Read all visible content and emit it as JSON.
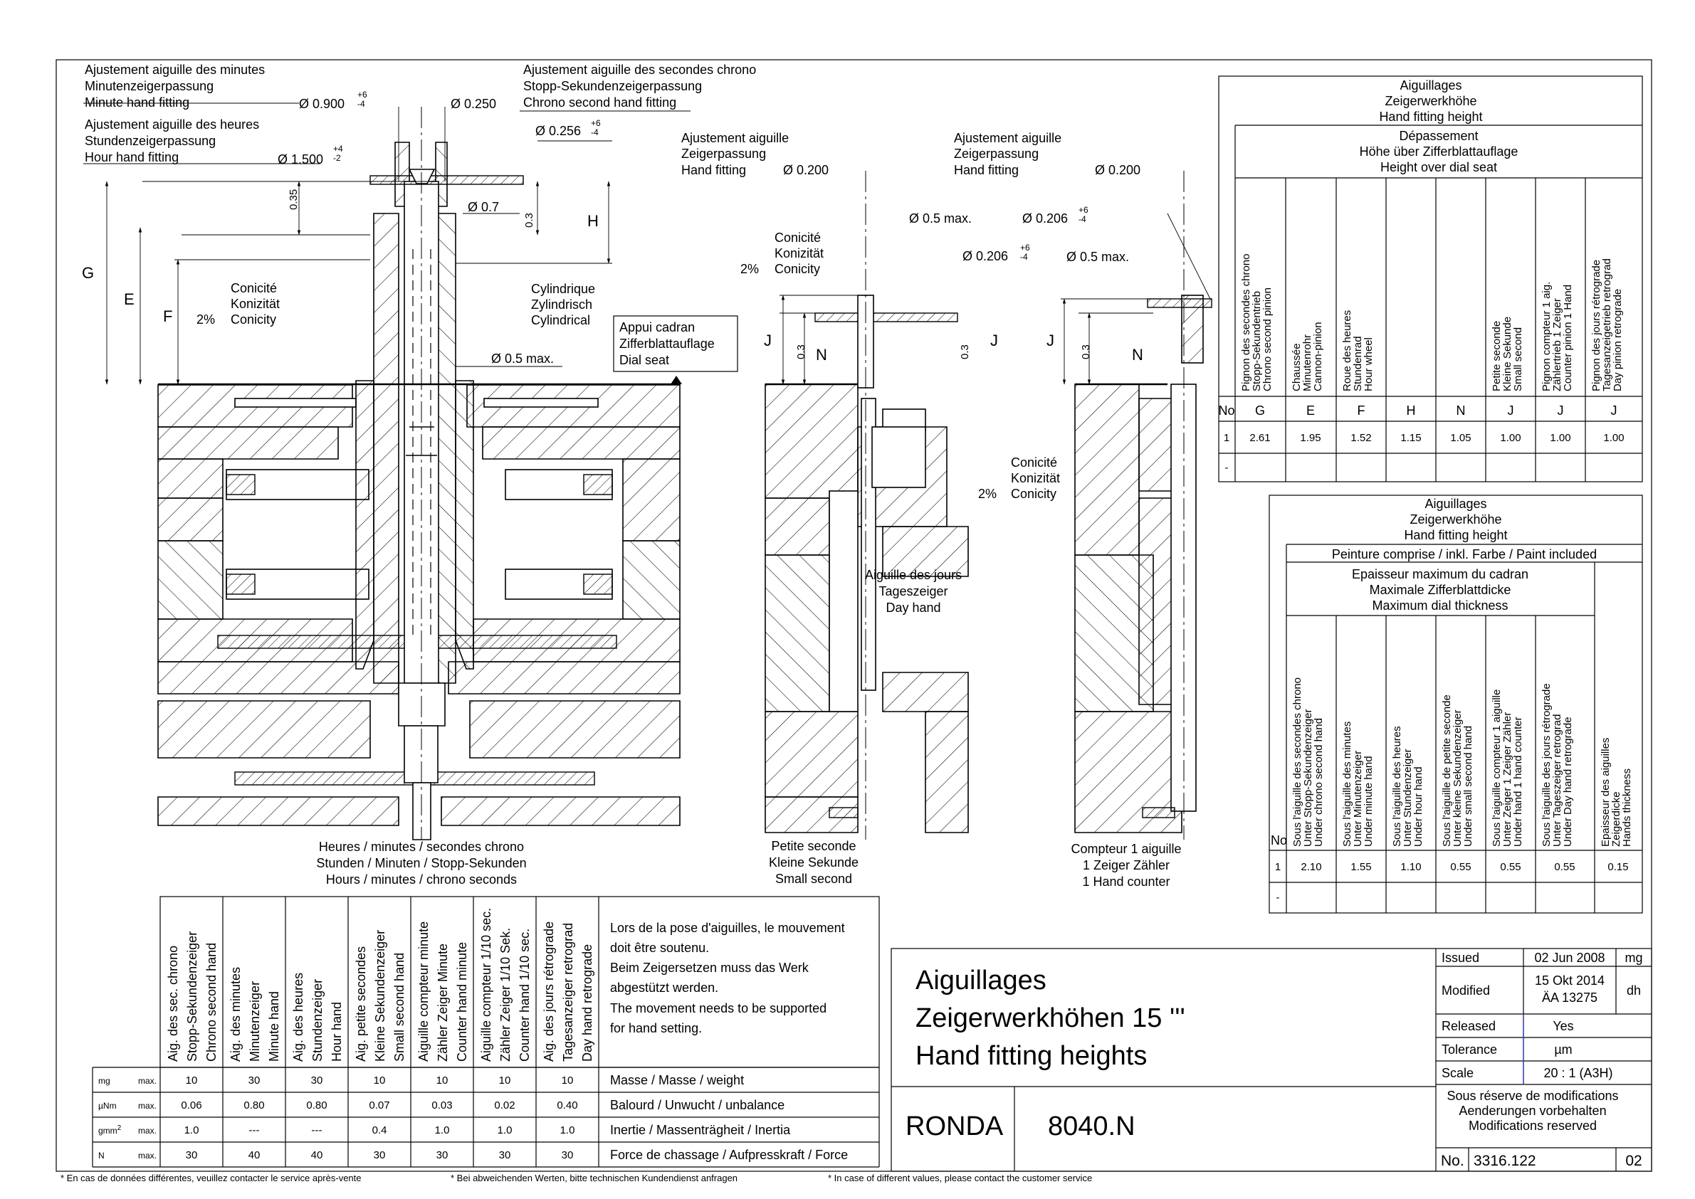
{
  "colors": {
    "line": "#000000",
    "paper": "#ffffff",
    "accent": "#3b3bbf"
  },
  "callouts": {
    "minute_fit": [
      "Ajustement aiguille des minutes",
      "Minutenzeigerpassung",
      "Minute hand fitting"
    ],
    "minute_dia": "Ø 0.900",
    "minute_tol_up": "+6",
    "minute_tol_dn": "-4",
    "hour_fit": [
      "Ajustement aiguille des heures",
      "Stundenzeigerpassung",
      "Hour hand fitting"
    ],
    "hour_dia": "Ø 1.500",
    "hour_tol_up": "+4",
    "hour_tol_dn": "-2",
    "arbor_dia": "Ø 0.250",
    "chrono_fit": [
      "Ajustement aiguille des secondes chrono",
      "Stopp-Sekundenzeigerpassung",
      "Chrono second hand fitting"
    ],
    "chrono_dia": "Ø 0.256",
    "chrono_tol_up": "+6",
    "chrono_tol_dn": "-4",
    "hand_fit_1": [
      "Ajustement  aiguille",
      "Zeigerpassung",
      "Hand fitting"
    ],
    "hand_fit_1_dia": "Ø 0.200",
    "hand_fit_2": [
      "Ajustement  aiguille",
      "Zeigerpassung",
      "Hand fitting"
    ],
    "hand_fit_2_dia": "Ø 0.200",
    "conicity_1": [
      "Conicité",
      "Konizität",
      "Conicity"
    ],
    "conicity_2": [
      "Conicité",
      "Konizität",
      "Conicity"
    ],
    "conicity_3": [
      "Conicité",
      "Konizität",
      "Conicity"
    ],
    "pct": "2%",
    "cylindrical": [
      "Cylindrique",
      "Zylindrisch",
      "Cylindrical"
    ],
    "dial_seat": [
      "Appui cadran",
      "Zifferblattauflage",
      "Dial seat"
    ],
    "d07": "Ø 0.7",
    "d05": "Ø 0.5 max.",
    "d0206": "Ø 0.206",
    "d0206_up": "+6",
    "d0206_dn": "-4",
    "d035": "0.35",
    "d03": "0.3",
    "letters": {
      "G": "G",
      "E": "E",
      "F": "F",
      "H": "H",
      "J": "J",
      "N": "N"
    }
  },
  "view_labels": {
    "main": [
      "Heures / minutes / secondes chrono",
      "Stunden / Minuten / Stopp-Sekunden",
      "Hours / minutes / chrono seconds"
    ],
    "small": [
      "Petite seconde",
      "Kleine Sekunde",
      "Small second"
    ],
    "counter": [
      "Compteur 1 aiguille",
      "1 Zeiger Zähler",
      "1 Hand counter"
    ],
    "day": [
      "Aiguille des jours",
      "Tageszeiger",
      "Day hand"
    ]
  },
  "table_heights": {
    "title": [
      "Aiguillages",
      "Zeigerwerkhöhe",
      "Hand fitting height"
    ],
    "subtitle": [
      "Dépassement",
      "Höhe über Zifferblattauflage",
      "Height over dial seat"
    ],
    "columns": [
      [
        "Pignon des secondes chrono",
        "Stopp-Sekundentrieb",
        "Chrono second pinion"
      ],
      [
        "Chaussée",
        "Minutenrohr",
        "Cannon-pinion"
      ],
      [
        "Roue des heures",
        "Stundenrad",
        "Hour wheel"
      ],
      [],
      [],
      [
        "Petite seconde",
        "Kleine Sekunde",
        "Small second"
      ],
      [
        "Pignon compteur   1 aig.",
        "Zählertrieb          1 Zeiger",
        "Counter pinion      1 Hand"
      ],
      [
        "Pignon des jours rétrograde",
        "Tagesanzeigetrieb retrograd",
        "Day pinion retrograde"
      ]
    ],
    "letters": [
      "No",
      "G",
      "E",
      "F",
      "H",
      "N",
      "J",
      "J",
      "J"
    ],
    "row1": [
      "1",
      "2.61",
      "1.95",
      "1.52",
      "1.15",
      "1.05",
      "1.00",
      "1.00",
      "1.00"
    ],
    "row2": [
      "-"
    ]
  },
  "table_dial": {
    "title": [
      "Aiguillages",
      "Zeigerwerkhöhe",
      "Hand fitting height"
    ],
    "paint": "Peinture comprise / inkl. Farbe / Paint included",
    "subtitle": [
      "Epaisseur maximum du cadran",
      "Maximale Zifferblattdicke",
      "Maximum dial thickness"
    ],
    "columns": [
      [
        "Sous l'aiguille des secondes chrono",
        "Unter  Stopp-Sekundenzeiger",
        "Under chrono second hand"
      ],
      [
        "Sous l'aiguille des minutes",
        "Unter  Minutenzeiger",
        "Under minute hand"
      ],
      [
        "Sous l'aiguille des heures",
        "Unter  Stundenzeiger",
        "Under hour hand"
      ],
      [
        "Sous l'aiguille de petite seconde",
        "Unter  kleine Sekundenzeiger",
        "Under small second hand"
      ],
      [
        "Sous l'aiguille compteur 1 aiguille",
        "Unter  Zeiger 1 Zeiger Zähler",
        "Under hand 1 hand counter"
      ],
      [
        "Sous l'aiguille des jours rétrograde",
        "Unter Tageszeiger retrograd",
        "Under Day hand retrograde"
      ],
      [
        "Epaisseur des aiguilles",
        "Zeigerdicke",
        "Hands thickness"
      ]
    ],
    "no": "No",
    "row1": [
      "1",
      "2.10",
      "1.55",
      "1.10",
      "0.55",
      "0.55",
      "0.55",
      "0.15"
    ],
    "row2": [
      "-"
    ]
  },
  "table_props": {
    "columns": [
      [
        "Aig. des sec. chrono",
        "Stopp-Sekundenzeiger",
        "Chrono second hand"
      ],
      [
        "Aig. des minutes",
        "Minutenzeiger",
        "Minute hand"
      ],
      [
        "Aig. des heures",
        "Stundenzeiger",
        "Hour hand"
      ],
      [
        "Aig. petite secondes",
        "Kleine Sekundenzeiger",
        "Small second hand"
      ],
      [
        "Aiguille compteur minute",
        "Zähler Zeiger Minute",
        "Counter hand minute"
      ],
      [
        "Aiguille compteur 1/10 sec.",
        "Zähler Zeiger 1/10 Sek.",
        "Counter hand 1/10 sec."
      ],
      [
        "Aig. des jours rétrograde",
        "Tagesanzeiger retrograd",
        "Day hand retrograde"
      ]
    ],
    "note": [
      "Lors de la pose d'aiguilles, le mouvement",
      "doit être soutenu.",
      "Beim Zeigersetzen muss das Werk",
      "abgestützt werden.",
      "The movement needs to be supported",
      "for hand setting."
    ],
    "rows": [
      {
        "unit": "mg",
        "limit": "max.",
        "values": [
          "10",
          "30",
          "30",
          "10",
          "10",
          "10",
          "10"
        ],
        "desc": "Masse / Masse / weight"
      },
      {
        "unit": "µNm",
        "limit": "max.",
        "values": [
          "0.06",
          "0.80",
          "0.80",
          "0.07",
          "0.03",
          "0.02",
          "0.40"
        ],
        "desc": "Balourd / Unwucht / unbalance"
      },
      {
        "unit": "gmm",
        "unit_sup": "2",
        "limit": "max.",
        "values": [
          "1.0",
          "---",
          "---",
          "0.4",
          "1.0",
          "1.0",
          "1.0"
        ],
        "desc": "Inertie / Massenträgheit / Inertia"
      },
      {
        "unit": "N",
        "limit": "max.",
        "values": [
          "30",
          "40",
          "40",
          "30",
          "30",
          "30",
          "30"
        ],
        "desc": "Force de chassage / Aufpresskraft / Force"
      }
    ]
  },
  "title_block": {
    "title": [
      "Aiguillages",
      "Zeigerwerkhöhen 15 '''",
      "Hand fitting heights"
    ],
    "brand": "RONDA",
    "caliber": "8040.N",
    "issued_label": "Issued",
    "issued_date": "02 Jun 2008",
    "issued_by": "mg",
    "modified_label": "Modified",
    "modified_date": "15 Okt 2014",
    "modified_ref": "ÄA 13275",
    "modified_by": "dh",
    "released_label": "Released",
    "released_value": "Yes",
    "tolerance_label": "Tolerance",
    "tolerance_value": "µm",
    "scale_label": "Scale",
    "scale_value": "20 : 1 (A3H)",
    "reserve": [
      "Sous réserve de modifications",
      "Aenderungen vorbehalten",
      "Modifications reserved"
    ],
    "no_label": "No.",
    "doc_no": "3316.122",
    "sheet": "02"
  },
  "footnotes": [
    "* En cas de données différentes, veuillez contacter le service après-vente",
    "* Bei abweichenden Werten, bitte technischen Kundendienst anfragen",
    "* In case of different values, please contact the customer service"
  ]
}
